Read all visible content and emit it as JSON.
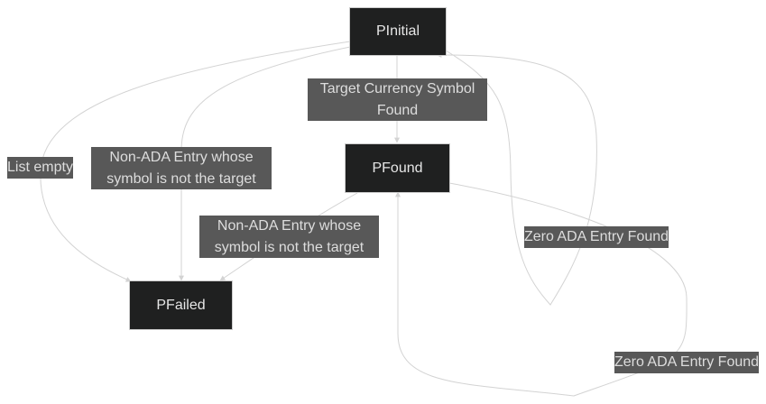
{
  "nodes": {
    "initial": "PInitial",
    "found": "PFound",
    "failed": "PFailed"
  },
  "edge_labels": {
    "initial_to_found": "Target Currency Symbol Found",
    "initial_to_failed_empty": "List empty",
    "initial_to_failed_non_ada": "Non-ADA Entry whose symbol is not the target",
    "found_to_failed_non_ada": "Non-ADA Entry whose symbol is not the target",
    "found_to_initial_zero_ada": "Zero ADA Entry Found",
    "found_to_found_zero_ada": "Zero ADA Entry Found"
  },
  "colors": {
    "node_fill": "#1f2020",
    "node_border": "#cccccc",
    "node_text": "#e6e6e6",
    "label_fill": "#585858",
    "label_text": "#dddddd",
    "edge": "#d3d3d3"
  }
}
